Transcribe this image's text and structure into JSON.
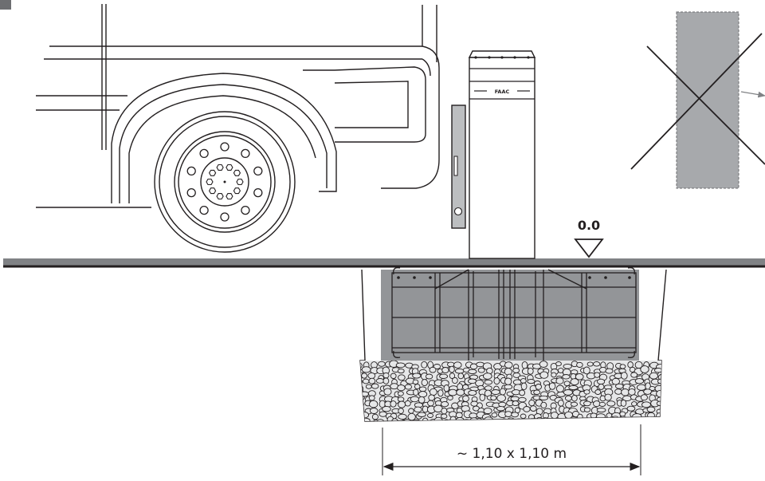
{
  "level_label": "0.0",
  "dimension_label": "~ 1,10 x 1,10 m",
  "bollard_brand": "FAAC",
  "colors": {
    "line": "#231f20",
    "road_surface": "#808285",
    "foundation_concrete": "#939598",
    "gravel_fill": "#e6e7e8",
    "invalid_block": "#a7a9ac",
    "bollard_fill": "#ffffff",
    "corner_tab": "#6d6e71"
  }
}
